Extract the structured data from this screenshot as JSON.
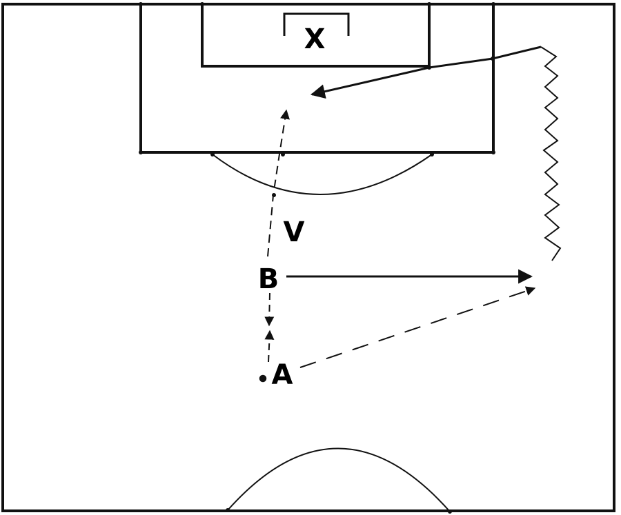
{
  "labels": {
    "goalkeeper": "X",
    "player_a": "A",
    "player_b": "B",
    "point_v": "V"
  }
}
